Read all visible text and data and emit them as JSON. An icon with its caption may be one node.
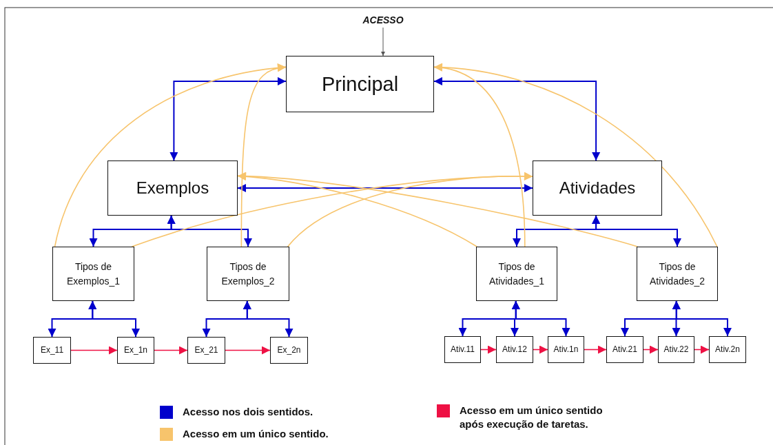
{
  "diagram": {
    "nodes": [
      {
        "text": [
          "ACESSO"
        ]
      },
      {
        "text": [
          "Principal"
        ]
      },
      {
        "text": [
          "Exemplos"
        ]
      },
      {
        "text": [
          "Atividades"
        ]
      },
      {
        "text": [
          "Tipos de Exemplos_1"
        ]
      },
      {
        "text": [
          "Tipos de Exemplos_2"
        ]
      },
      {
        "text": [
          "Tipos de Atividades_1"
        ]
      },
      {
        "text": [
          "Tipos de Atividades_2"
        ]
      },
      {
        "text": [
          "Ex_11"
        ]
      },
      {
        "text": [
          "Ex_1n"
        ]
      },
      {
        "text": [
          "Ex_21"
        ]
      },
      {
        "text": [
          "Ex_2n"
        ]
      },
      {
        "text": [
          "Ativ.11"
        ]
      },
      {
        "text": [
          "Ativ.12"
        ]
      },
      {
        "text": [
          "Ativ.1n"
        ]
      },
      {
        "text": [
          "Ativ.21"
        ]
      },
      {
        "text": [
          "Ativ.22"
        ]
      },
      {
        "text": [
          "Ativ.2n"
        ]
      }
    ],
    "edges": [
      {
        "from": 0,
        "to": 1,
        "arrow": "to",
        "color": "#555555"
      },
      {
        "from": 1,
        "to": 2,
        "arrow": "both"
      },
      {
        "from": 1,
        "to": 3,
        "arrow": "both"
      },
      {
        "from": 2,
        "to": 3,
        "arrow": "both"
      },
      {
        "from": 2,
        "to": 4,
        "arrow": "both"
      },
      {
        "from": 2,
        "to": 5,
        "arrow": "both"
      },
      {
        "from": 3,
        "to": 6,
        "arrow": "both"
      },
      {
        "from": 3,
        "to": 7,
        "arrow": "both"
      },
      {
        "from": 4,
        "to": 8,
        "arrow": "both"
      },
      {
        "from": 4,
        "to": 9,
        "arrow": "both"
      },
      {
        "from": 5,
        "to": 10,
        "arrow": "both"
      },
      {
        "from": 5,
        "to": 11,
        "arrow": "both"
      },
      {
        "from": 6,
        "to": 12,
        "arrow": "both"
      },
      {
        "from": 6,
        "to": 13,
        "arrow": "both"
      },
      {
        "from": 6,
        "to": 14,
        "arrow": "both"
      },
      {
        "from": 7,
        "to": 15,
        "arrow": "both"
      },
      {
        "from": 7,
        "to": 16,
        "arrow": "both"
      },
      {
        "from": 7,
        "to": 17,
        "arrow": "both"
      },
      {
        "from": 8,
        "to": 9,
        "arrow": "to",
        "color": "#ee1144"
      },
      {
        "from": 9,
        "to": 10,
        "arrow": "to",
        "color": "#ee1144"
      },
      {
        "from": 10,
        "to": 11,
        "arrow": "to",
        "color": "#ee1144"
      },
      {
        "from": 12,
        "to": 13,
        "arrow": "to",
        "color": "#ee1144"
      },
      {
        "from": 13,
        "to": 14,
        "arrow": "to",
        "color": "#ee1144"
      },
      {
        "from": 14,
        "to": 15,
        "arrow": "to",
        "color": "#ee1144"
      },
      {
        "from": 15,
        "to": 16,
        "arrow": "to",
        "color": "#ee1144"
      },
      {
        "from": 16,
        "to": 17,
        "arrow": "to",
        "color": "#ee1144"
      },
      {
        "from": 4,
        "to": 1,
        "arrow": "to",
        "color": "#f7c46c"
      },
      {
        "from": 5,
        "to": 1,
        "arrow": "to",
        "color": "#f7c46c"
      },
      {
        "from": 6,
        "to": 1,
        "arrow": "to",
        "color": "#f7c46c"
      },
      {
        "from": 7,
        "to": 1,
        "arrow": "to",
        "color": "#f7c46c"
      },
      {
        "from": 6,
        "to": 2,
        "arrow": "to",
        "color": "#f7c46c"
      },
      {
        "from": 7,
        "to": 2,
        "arrow": "to",
        "color": "#f7c46c"
      },
      {
        "from": 4,
        "to": 3,
        "arrow": "to",
        "color": "#f7c46c"
      },
      {
        "from": 5,
        "to": 3,
        "arrow": "to",
        "color": "#f7c46c"
      }
    ],
    "legend": [
      {
        "text": "Acesso nos dois sentidos.",
        "color": "#0000cc"
      },
      {
        "text": "Acesso em um único sentido.",
        "color": "#f7c46c"
      },
      {
        "text": "Acesso em um único sentido após execução de taretas.",
        "color": "#ee1144"
      }
    ]
  }
}
